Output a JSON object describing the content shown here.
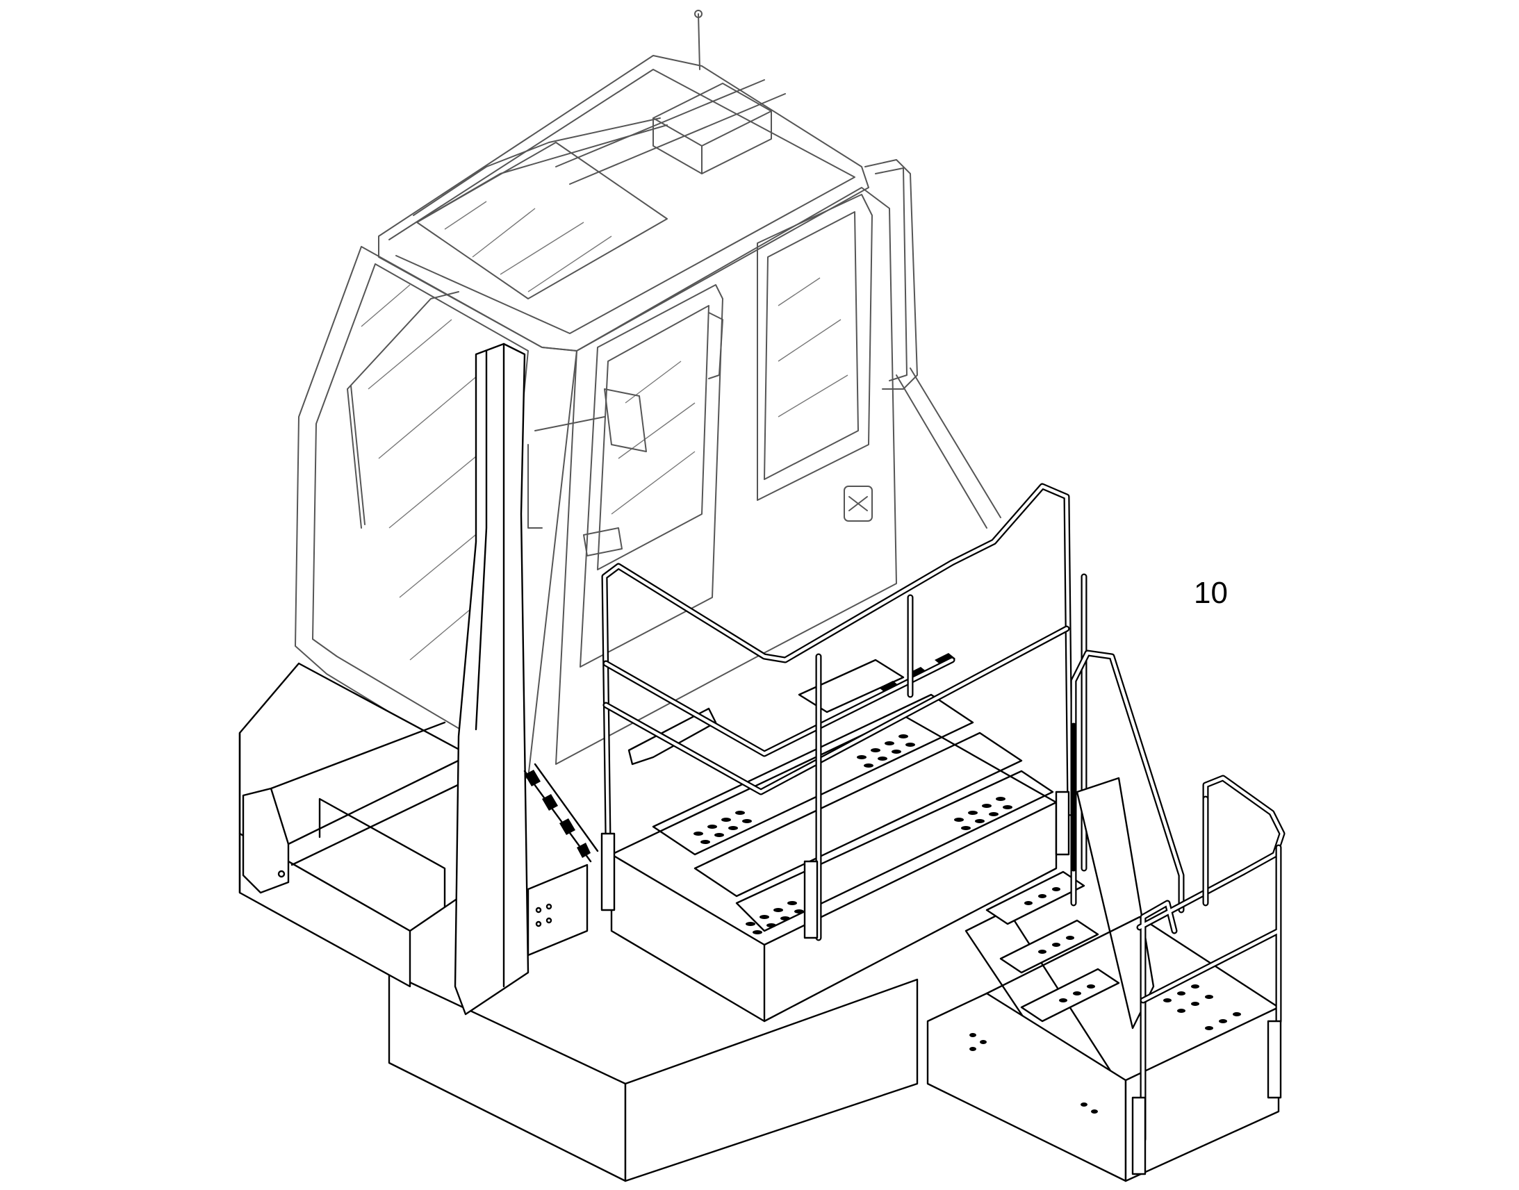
{
  "diagram": {
    "callout_label": "10",
    "parts": [
      "operator-cab",
      "cab-roof",
      "wiper-arm",
      "antenna",
      "rear-view-mirror",
      "cab-door",
      "grab-handle",
      "vertical-post",
      "upper-structure-base",
      "walkway-platform",
      "perforated-step-plates",
      "guard-railing",
      "access-stairway",
      "stair-landing",
      "hazard-stripes"
    ]
  }
}
